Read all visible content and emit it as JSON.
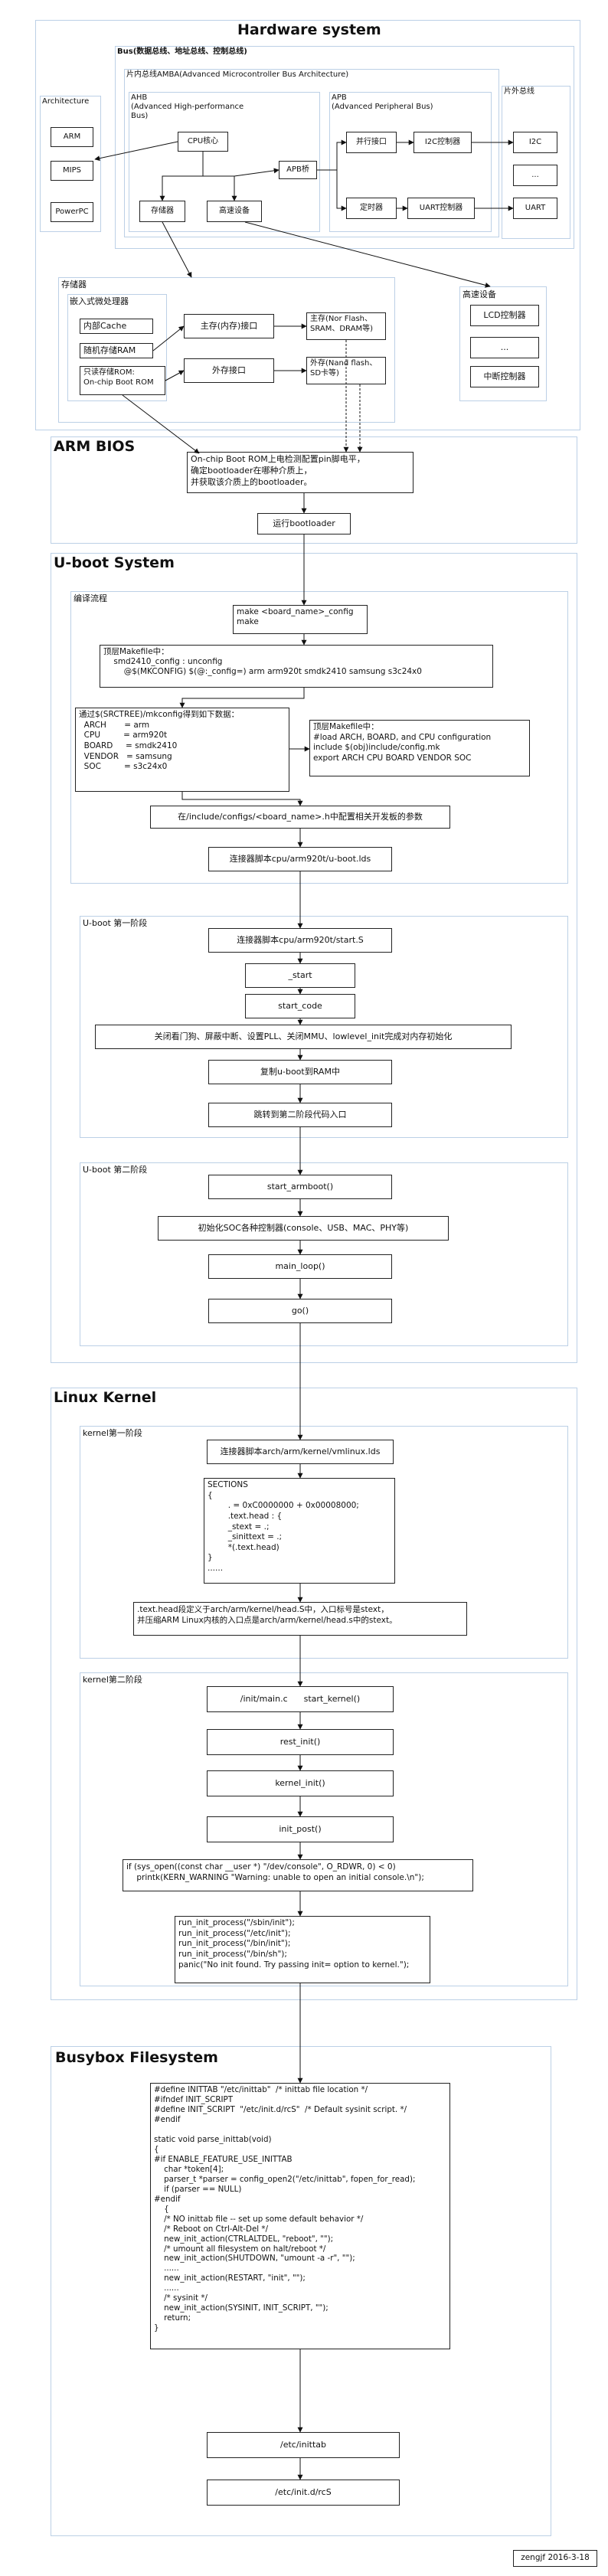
{
  "hw": {
    "title": "Hardware system",
    "bus": "Bus(数据总线、地址总线、控制总线)",
    "inner_bus": "片内总线AMBA(Advanced Microcontroller Bus Architecture)",
    "ahb": "AHB\n(Advanced High-performance\nBus)",
    "apb": "APB\n(Advanced Peripheral Bus)",
    "offchip_bus": "片外总线",
    "architecture": "Architecture",
    "arch": [
      "ARM",
      "MIPS",
      "PowerPC"
    ],
    "cpu": "CPU核心",
    "apb_bridge": "APB桥",
    "storage": "存储器",
    "hispeed": "高速设备",
    "parallel": "并行接口",
    "i2c_ctrl": "I2C控制器",
    "timer": "定时器",
    "uart_ctrl": "UART控制器",
    "i2c": "I2C",
    "dots": "...",
    "uart": "UART",
    "mem_title": "存储器",
    "embedded_proc": "嵌入式微处理器",
    "cache": "内部Cache",
    "ram": "随机存储RAM",
    "rom": "只读存储ROM:\nOn-chip Boot ROM",
    "main_if": "主存(内存)接口",
    "main_mem": "主存(Nor Flash、\nSRAM、DRAM等)",
    "ext_if": "外存接口",
    "ext_mem": "外存(Nand flash、\nSD卡等)",
    "hs_title": "高速设备",
    "lcd": "LCD控制器",
    "hs_dots": "...",
    "irq": "中断控制器"
  },
  "bios": {
    "title": "ARM BIOS",
    "rom_check": "On-chip Boot ROM上电检测配置pin脚电平，\n确定bootloader在哪种介质上，\n并获取该介质上的bootloader。",
    "run": "运行bootloader"
  },
  "uboot": {
    "title": "U-boot System",
    "compile": "编译流程",
    "make": "make <board_name>_config\nmake",
    "makefile1": "顶层Makefile中：\n    smd2410_config : unconfig\n        @$(MKCONFIG) $(@:_config=) arm arm920t smdk2410 samsung s3c24x0",
    "mkconfig": "通过$(SRCTREE)/mkconfig得到如下数据：\n  ARCH       = arm\n  CPU         = arm920t\n  BOARD     = smdk2410\n  VENDOR   = samsung\n  SOC         = s3c24x0",
    "makefile2": "顶层Makefile中：\n#load ARCH, BOARD, and CPU configuration\ninclude $(obj)include/config.mk\nexport ARCH CPU BOARD VENDOR SOC",
    "board_h": "在/include/configs/<board_name>.h中配置相关开发板的参数",
    "lds": "连接器脚本cpu/arm920t/u-boot.lds",
    "stage1": "U-boot 第一阶段",
    "start_s": "连接器脚本cpu/arm920t/start.S",
    "start": "_start",
    "start_code": "start_code",
    "init1": "关闭看门狗、屏蔽中断、设置PLL、关闭MMU、lowlevel_init完成对内存初始化",
    "copy": "复制u-boot到RAM中",
    "jump": "跳转到第二阶段代码入口",
    "stage2": "U-boot 第二阶段",
    "start_armboot": "start_armboot()",
    "init_soc": "初始化SOC各种控制器(console、USB、MAC、PHY等)",
    "main_loop": "main_loop()",
    "go": "go()"
  },
  "kernel": {
    "title": "Linux Kernel",
    "stage1": "kernel第一阶段",
    "lds": "连接器脚本arch/arm/kernel/vmlinux.lds",
    "sections": "SECTIONS\n{\n        . = 0xC0000000 + 0x00008000;\n        .text.head : {\n        _stext = .;\n        _sinittext = .;\n        *(.text.head)\n}\n......",
    "entry": ".text.head段定义于arch/arm/kernel/head.S中，入口标号是stext，\n并压缩ARM Linux内核的入口点是arch/arm/kernel/head.s中的stext。",
    "stage2": "kernel第二阶段",
    "start_kernel": "/init/main.c      start_kernel()",
    "rest_init": "rest_init()",
    "kernel_init": "kernel_init()",
    "init_post": "init_post()",
    "sys_open": "if (sys_open((const char __user *) \"/dev/console\", O_RDWR, 0) < 0)\n    printk(KERN_WARNING \"Warning: unable to open an initial console.\\n\");",
    "run_init": "run_init_process(\"/sbin/init\");\nrun_init_process(\"/etc/init\");\nrun_init_process(\"/bin/init\");\nrun_init_process(\"/bin/sh\");\npanic(\"No init found. Try passing init= option to kernel.\");"
  },
  "busybox": {
    "title": "Busybox Filesystem",
    "code": "#define INITTAB \"/etc/inittab\"  /* inittab file location */\n#ifndef INIT_SCRIPT\n#define INIT_SCRIPT  \"/etc/init.d/rcS\"  /* Default sysinit script. */\n#endif\n\nstatic void parse_inittab(void)\n{\n#if ENABLE_FEATURE_USE_INITTAB\n    char *token[4];\n    parser_t *parser = config_open2(\"/etc/inittab\", fopen_for_read);\n    if (parser == NULL)\n#endif\n    {\n    /* NO inittab file -- set up some default behavior */\n    /* Reboot on Ctrl-Alt-Del */\n    new_init_action(CTRLALTDEL, \"reboot\", \"\");\n    /* umount all filesystem on halt/reboot */\n    new_init_action(SHUTDOWN, \"umount -a -r\", \"\");\n    ......\n    new_init_action(RESTART, \"init\", \"\");\n    ......\n    /* sysinit */\n    new_init_action(SYSINIT, INIT_SCRIPT, \"\");\n    return;\n}",
    "inittab": "/etc/inittab",
    "rcs": "/etc/init.d/rcS"
  },
  "footer": "zengjf 2016-3-18"
}
